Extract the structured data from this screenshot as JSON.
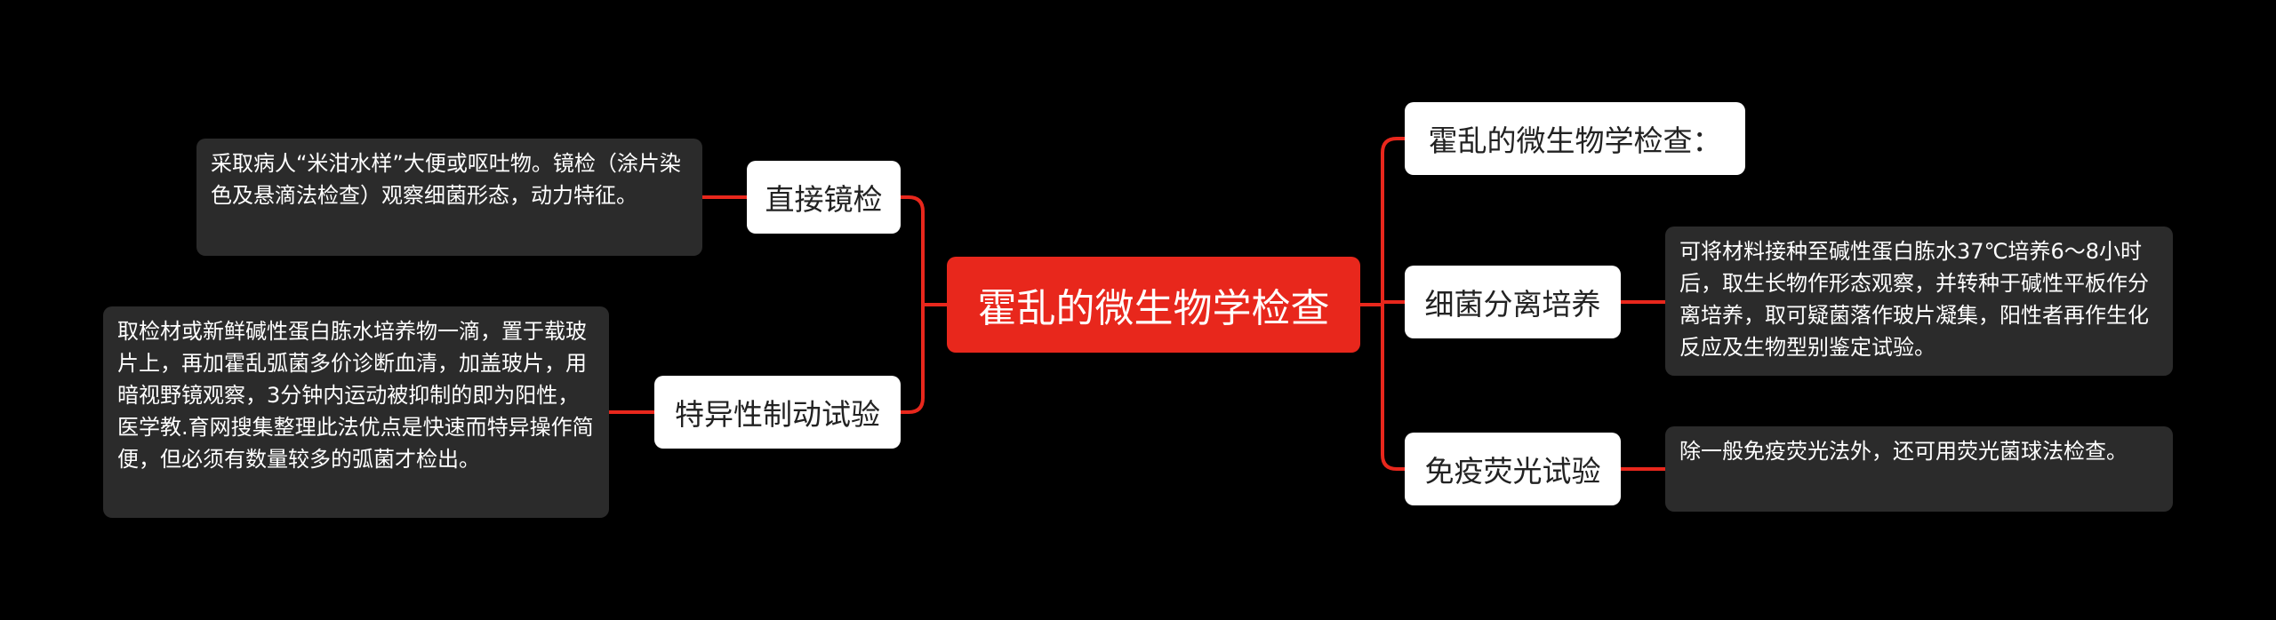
{
  "colors": {
    "background": "#000000",
    "root_fill": "#e8271c",
    "connector": "#e8271c",
    "branch_fill": "#ffffff",
    "note_fill": "#2b2b2b"
  },
  "root": {
    "label": "霍乱的微生物学检查"
  },
  "branches": {
    "direct_microscopy": {
      "label": "直接镜检",
      "note": "采取病人“米泔水样”大便或呕吐物。镜检（涂片染色及悬滴法检查）观察细菌形态，动力特征。"
    },
    "immobilization_test": {
      "label": "特异性制动试验",
      "note": "取检材或新鲜碱性蛋白胨水培养物一滴，置于载玻片上，再加霍乱弧菌多价诊断血清，加盖玻片，用暗视野镜观察，3分钟内运动被抑制的即为阳性，医学教.育网搜集整理此法优点是快速而特异操作简便，但必须有数量较多的弧菌才检出。"
    },
    "heading": {
      "label": "霍乱的微生物学检查："
    },
    "culture": {
      "label": "细菌分离培养",
      "note": "可将材料接种至碱性蛋白胨水37℃培养6～8小时后，取生长物作形态观察，并转种于碱性平板作分离培养，取可疑菌落作玻片凝集，阳性者再作生化反应及生物型别鉴定试验。"
    },
    "immunofluorescence": {
      "label": "免疫荧光试验",
      "note": "除一般免疫荧光法外，还可用荧光菌球法检查。"
    }
  }
}
